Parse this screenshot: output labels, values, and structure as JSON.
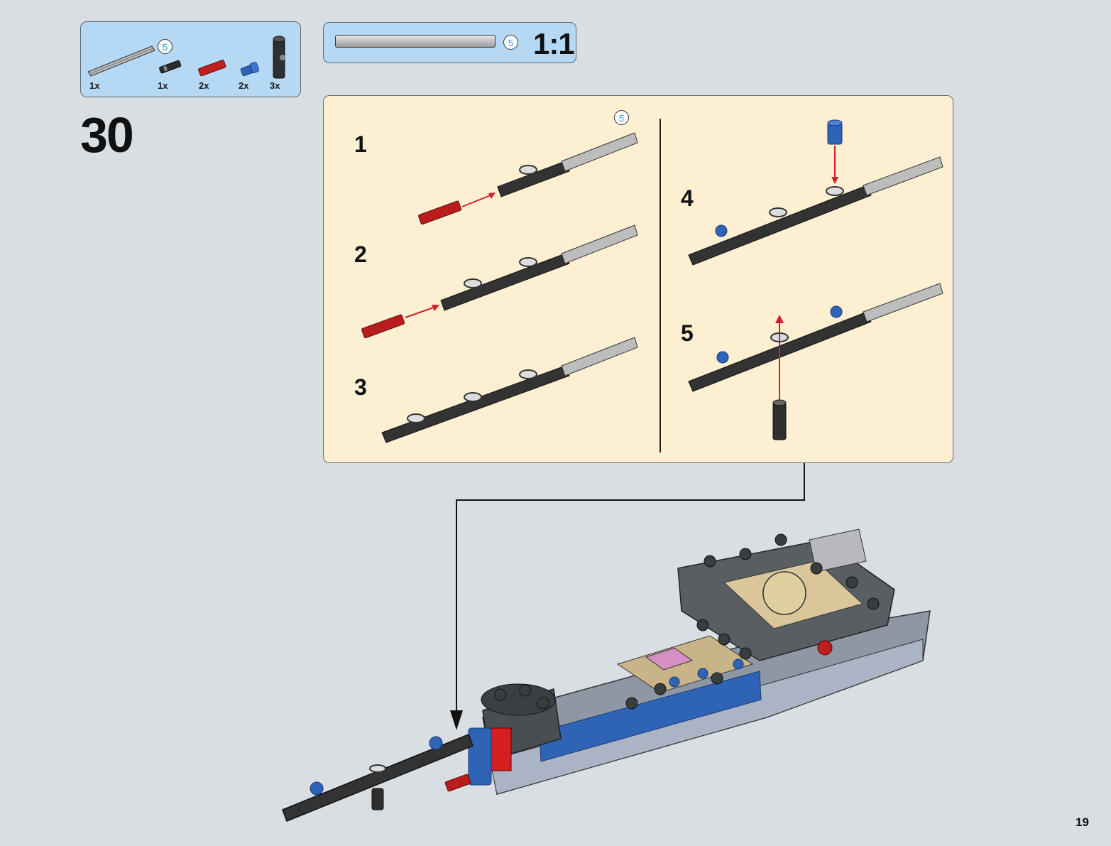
{
  "parts_list": {
    "callout": "5",
    "items": [
      {
        "qty": "1x",
        "part": "axle-5"
      },
      {
        "qty": "1x",
        "part": "black-axle-pin"
      },
      {
        "qty": "2x",
        "part": "red-axle-pin"
      },
      {
        "qty": "2x",
        "part": "blue-pin"
      },
      {
        "qty": "3x",
        "part": "black-connector"
      }
    ]
  },
  "scale_box": {
    "callout": "5",
    "scale": "1:1"
  },
  "step": {
    "number": "30"
  },
  "substeps": {
    "callout": "5",
    "labels": [
      "1",
      "2",
      "3",
      "4",
      "5"
    ]
  },
  "page": {
    "number": "19"
  },
  "colors": {
    "background": "#d9dee3",
    "callout_blue": "#b5d9f5",
    "substep_panel": "#fdefd2",
    "arrow_red": "#d21f2a",
    "brick_blue": "#2f63b6",
    "brick_red": "#b81c1c",
    "brick_tan": "#d9c69a",
    "brick_dark": "#3a3d40"
  },
  "icons": [
    "axle-icon",
    "pin-icon",
    "connector-icon",
    "arrow-icon"
  ]
}
